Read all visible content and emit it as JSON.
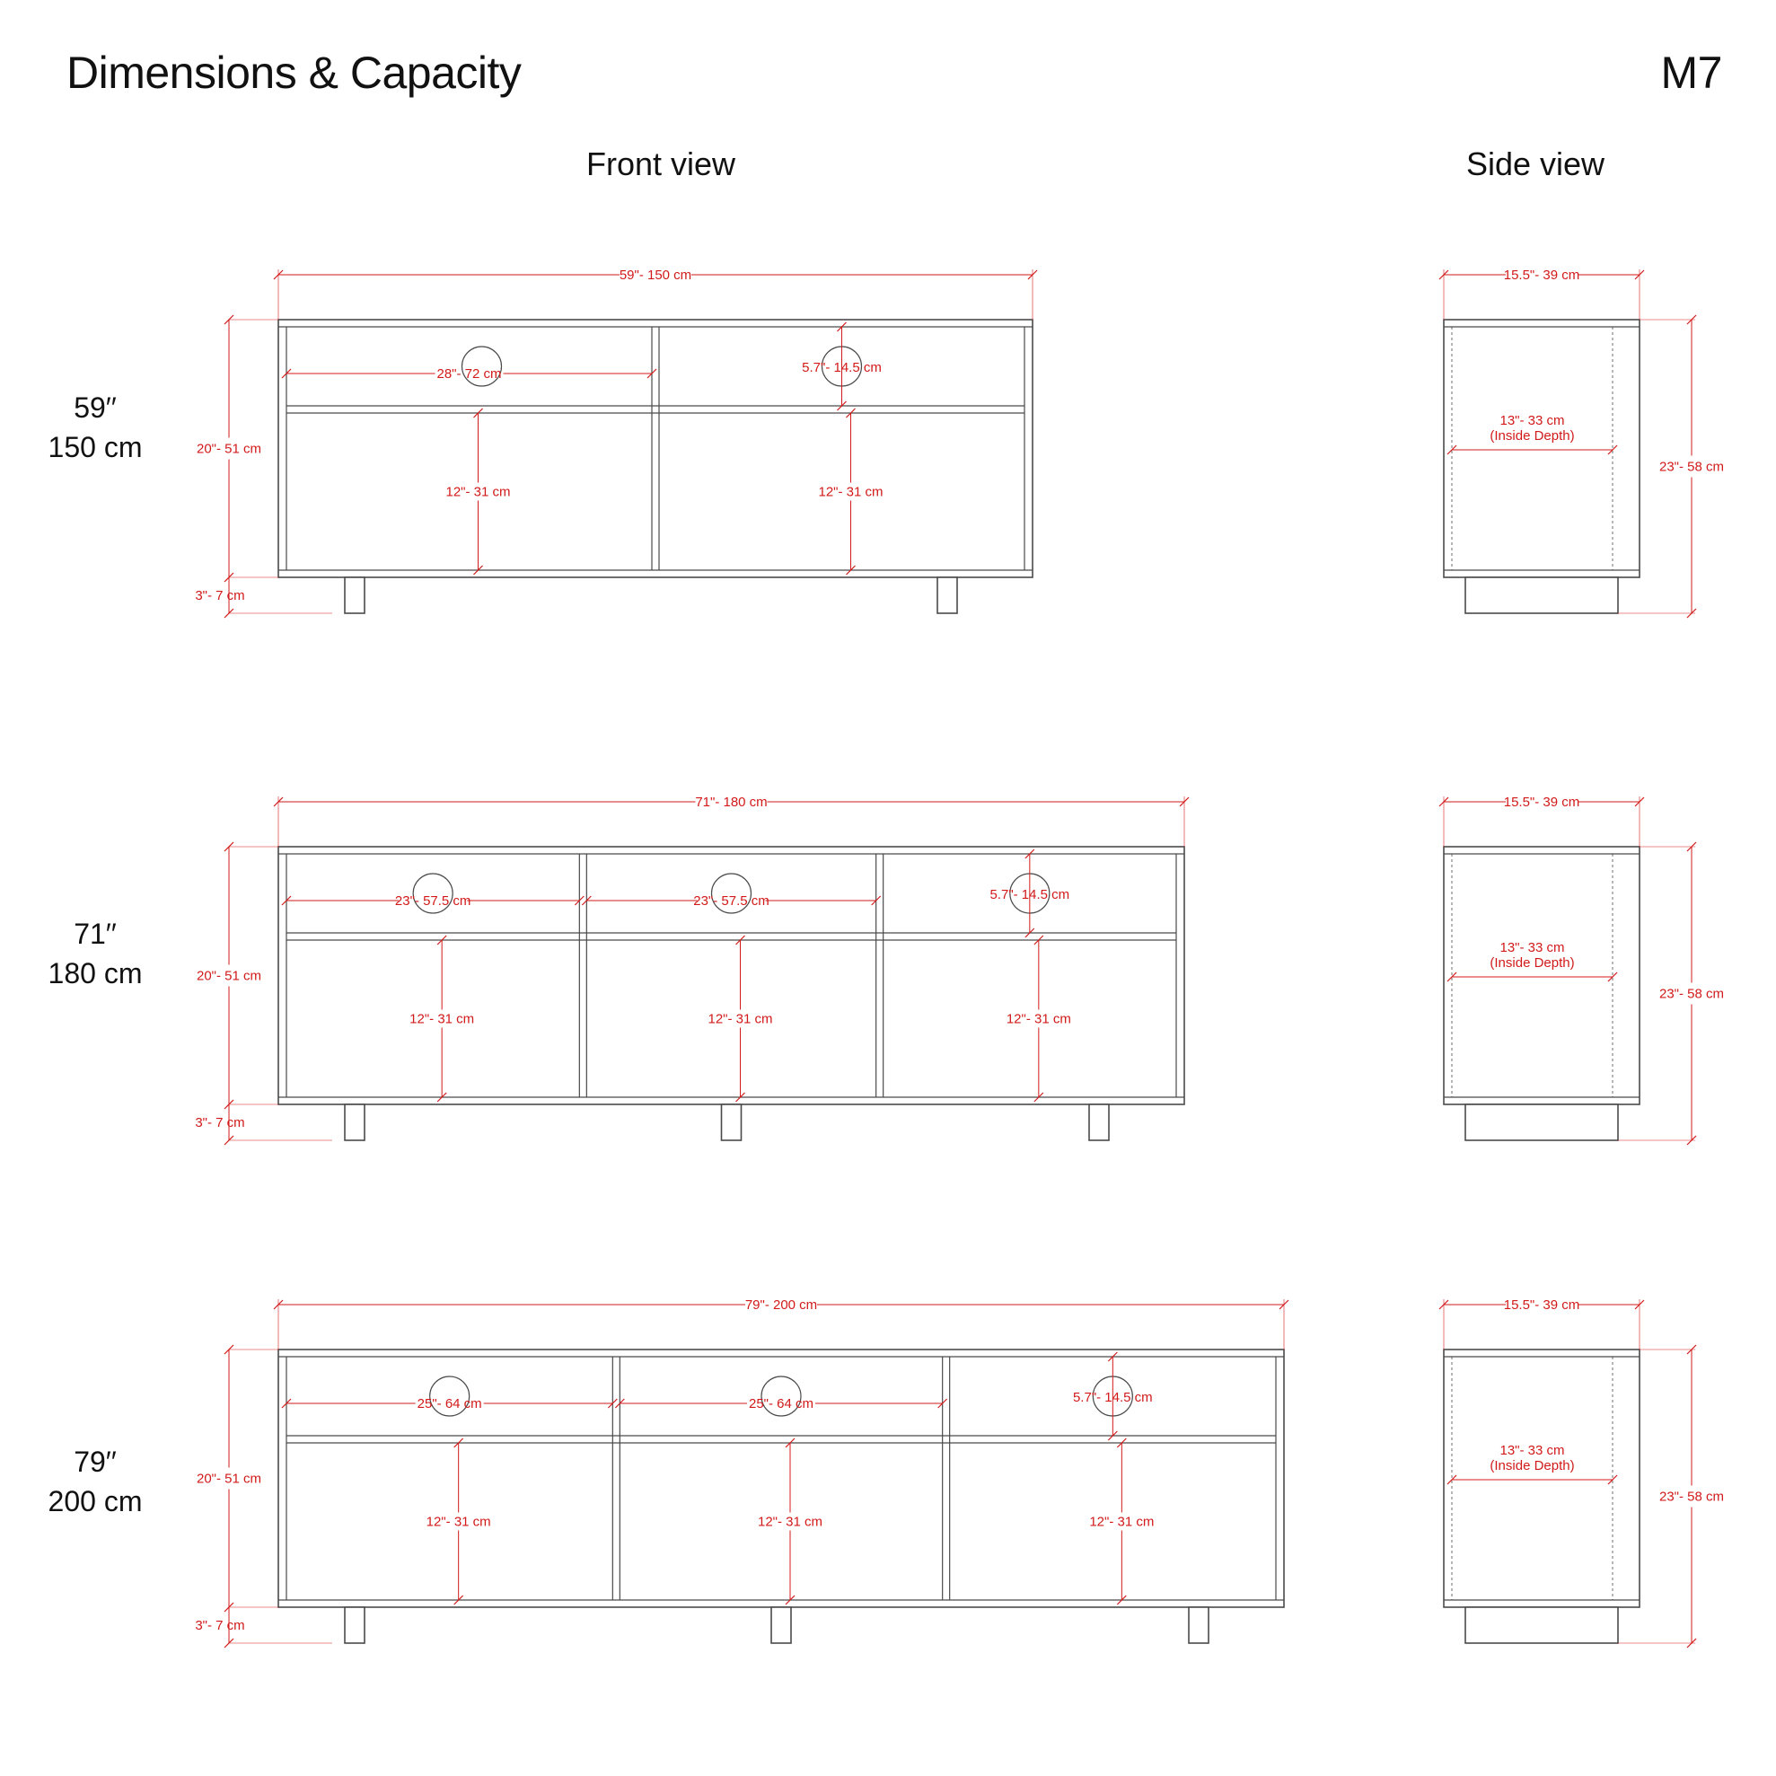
{
  "header": {
    "title": "Dimensions & Capacity",
    "model": "M7"
  },
  "views": {
    "front": "Front view",
    "side": "Side view"
  },
  "colors": {
    "outline": "#4a4a4a",
    "dimension": "#d21a1a",
    "text": "#111111"
  },
  "units": [
    {
      "size_in": "59′′",
      "size_cm": "150 cm",
      "bays": 2,
      "width": "59\"- 150 cm",
      "height": "20\"- 51 cm",
      "leg": "3\"- 7 cm",
      "bay_width": "28\"- 72 cm",
      "top_height": "5.7\"- 14.5 cm",
      "bottom_height": "12\"- 31 cm",
      "side_width": "15.5\"- 39 cm",
      "inside_depth": "13\"- 33 cm",
      "inside_depth_note": "(Inside Depth)",
      "total_height": "23\"- 58 cm"
    },
    {
      "size_in": "71′′",
      "size_cm": "180 cm",
      "bays": 3,
      "width": "71\"- 180 cm",
      "height": "20\"- 51 cm",
      "leg": "3\"- 7 cm",
      "bay_width": "23\"- 57.5 cm",
      "top_height": "5.7\"- 14.5 cm",
      "bottom_height": "12\"- 31 cm",
      "side_width": "15.5\"- 39 cm",
      "inside_depth": "13\"- 33 cm",
      "inside_depth_note": "(Inside Depth)",
      "total_height": "23\"- 58 cm"
    },
    {
      "size_in": "79′′",
      "size_cm": "200 cm",
      "bays": 3,
      "width": "79\"- 200 cm",
      "height": "20\"- 51 cm",
      "leg": "3\"- 7 cm",
      "bay_width": "25\"- 64 cm",
      "top_height": "5.7\"- 14.5 cm",
      "bottom_height": "12\"- 31 cm",
      "side_width": "15.5\"- 39 cm",
      "inside_depth": "13\"- 33 cm",
      "inside_depth_note": "(Inside Depth)",
      "total_height": "23\"- 58 cm"
    }
  ]
}
